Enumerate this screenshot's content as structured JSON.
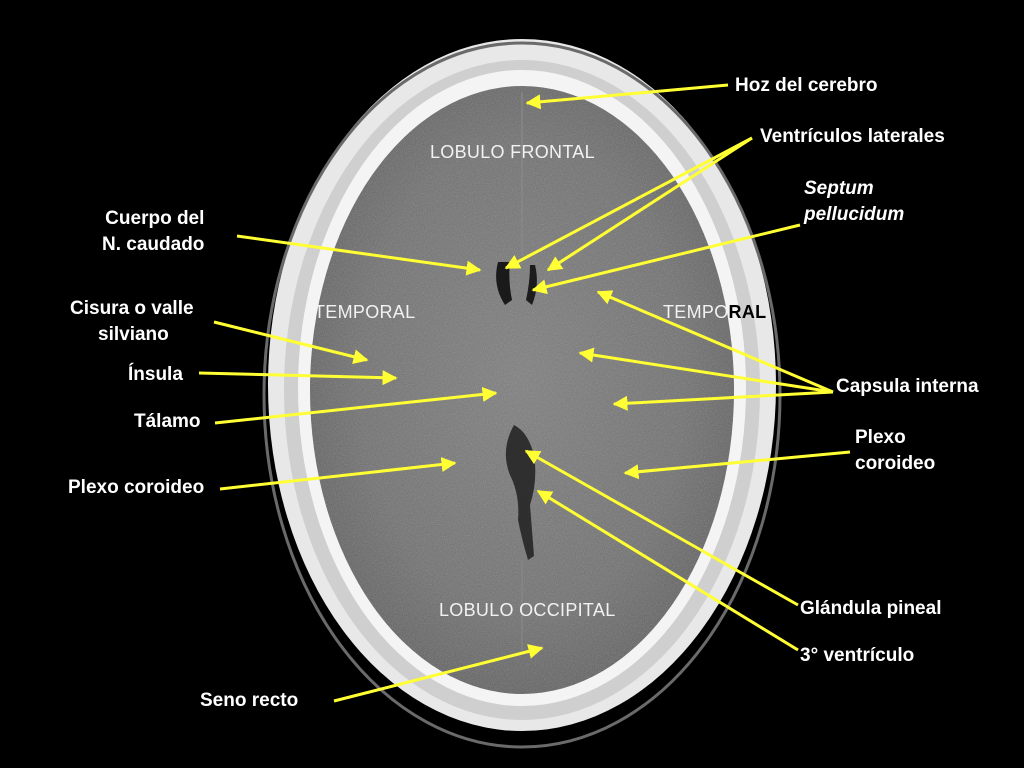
{
  "colors": {
    "background": "#000000",
    "arrow": "#ffff33",
    "label": "#ffffff"
  },
  "regions": {
    "frontal": "LOBULO FRONTAL",
    "temporal_left": "TEMPORAL",
    "temporal_right_prefix": "TEMPO",
    "temporal_right_suffix": "RAL",
    "occipital": "LOBULO OCCIPITAL"
  },
  "labels": {
    "hoz": "Hoz del cerebro",
    "ventriculos": "Ventrículos laterales",
    "septum_1": "Septum",
    "septum_2": "pellucidum",
    "caudado_1": "Cuerpo del",
    "caudado_2": "N. caudado",
    "cisura_1": "Cisura o valle",
    "cisura_2": "silviano",
    "insula": "Ínsula",
    "talamo": "Tálamo",
    "plexo_left": "Plexo coroideo",
    "capsula": "Capsula interna",
    "plexo_right_1": "Plexo",
    "plexo_right_2": "coroideo",
    "pineal": "Glándula pineal",
    "tercer": "3° ventrículo",
    "seno": "Seno recto"
  }
}
